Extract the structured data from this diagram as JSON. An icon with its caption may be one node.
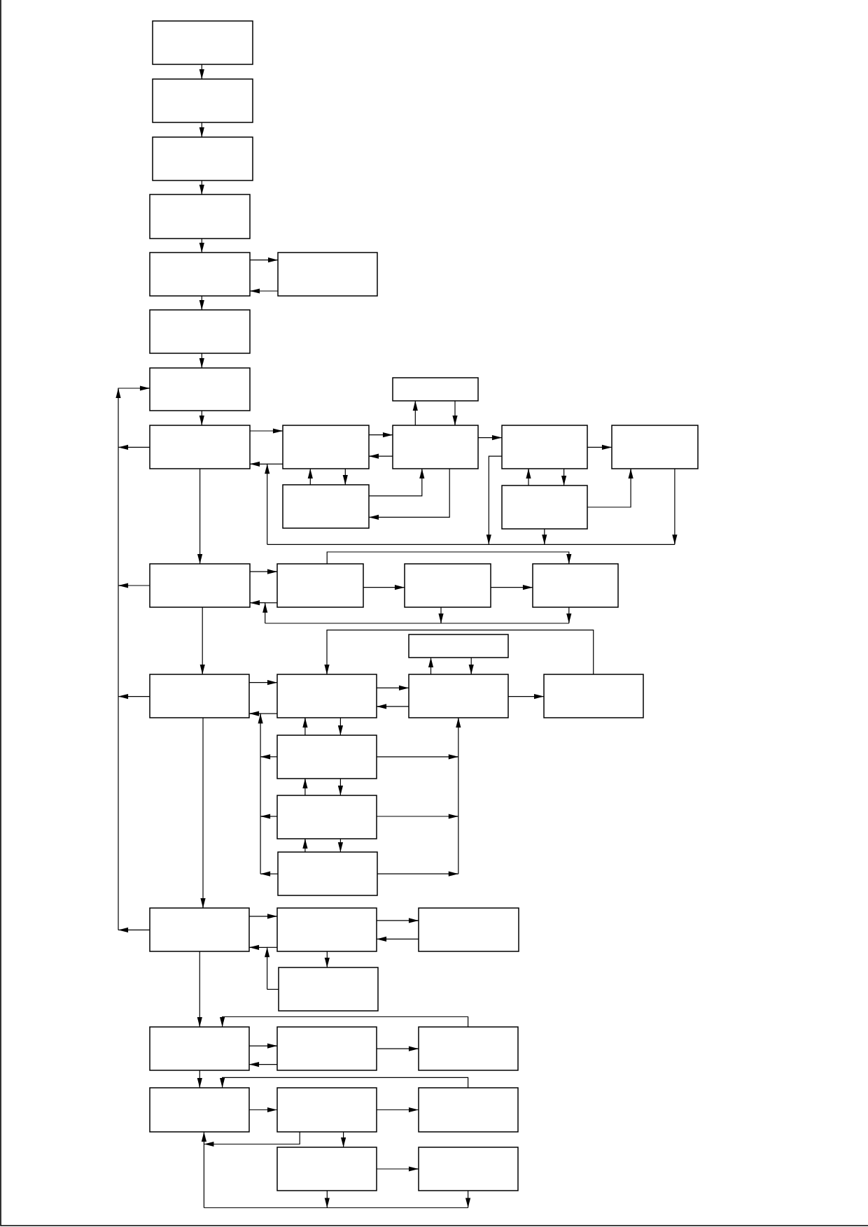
{
  "diagram": {
    "nodes": [
      {
        "text": [],
        "shape": "box"
      },
      {
        "text": [],
        "shape": "box"
      },
      {
        "text": [],
        "shape": "box"
      },
      {
        "text": [],
        "shape": "box"
      },
      {
        "text": [],
        "shape": "box"
      },
      {
        "text": [],
        "shape": "box"
      },
      {
        "text": [],
        "shape": "box"
      },
      {
        "text": [],
        "shape": "box"
      },
      {
        "text": [],
        "shape": "box"
      },
      {
        "text": [],
        "shape": "box"
      },
      {
        "text": [],
        "shape": "box"
      },
      {
        "text": [],
        "shape": "box"
      },
      {
        "text": [],
        "shape": "box"
      },
      {
        "text": [],
        "shape": "box"
      },
      {
        "text": [],
        "shape": "box"
      },
      {
        "text": [],
        "shape": "box"
      },
      {
        "text": [],
        "shape": "box"
      },
      {
        "text": [],
        "shape": "box"
      },
      {
        "text": [],
        "shape": "box"
      },
      {
        "text": [],
        "shape": "box"
      },
      {
        "text": [],
        "shape": "box"
      },
      {
        "text": [],
        "shape": "box"
      },
      {
        "text": [],
        "shape": "box"
      },
      {
        "text": [],
        "shape": "box"
      },
      {
        "text": [],
        "shape": "box"
      },
      {
        "text": [],
        "shape": "box"
      },
      {
        "text": [],
        "shape": "box"
      },
      {
        "text": [],
        "shape": "box"
      },
      {
        "text": [],
        "shape": "box"
      },
      {
        "text": [],
        "shape": "box"
      },
      {
        "text": [],
        "shape": "box"
      },
      {
        "text": [],
        "shape": "box"
      },
      {
        "text": [],
        "shape": "box"
      },
      {
        "text": [],
        "shape": "box"
      },
      {
        "text": [],
        "shape": "box"
      },
      {
        "text": [],
        "shape": "box"
      },
      {
        "text": [],
        "shape": "box"
      },
      {
        "text": [],
        "shape": "box"
      },
      {
        "text": [],
        "shape": "box"
      },
      {
        "text": [],
        "shape": "box"
      }
    ],
    "edges": [
      {
        "from": 0,
        "to": 1,
        "arrow": "to"
      },
      {
        "from": 1,
        "to": 2,
        "arrow": "to"
      },
      {
        "from": 2,
        "to": 3,
        "arrow": "to"
      },
      {
        "from": 3,
        "to": 4,
        "arrow": "to"
      },
      {
        "from": 4,
        "to": 5,
        "arrow": "to"
      },
      {
        "from": 5,
        "to": 4,
        "arrow": "to"
      },
      {
        "from": 4,
        "to": 6,
        "arrow": "to"
      },
      {
        "from": 6,
        "to": 7,
        "arrow": "to"
      },
      {
        "from": 7,
        "to": 9,
        "arrow": "to"
      },
      {
        "from": 9,
        "to": 7,
        "arrow": "to"
      },
      {
        "from": 16,
        "to": 7,
        "arrow": "to"
      },
      {
        "from": 21,
        "to": 7,
        "arrow": "to"
      },
      {
        "from": 28,
        "to": 7,
        "arrow": "to"
      },
      {
        "from": 9,
        "to": 10,
        "arrow": "to"
      },
      {
        "from": 10,
        "to": 9,
        "arrow": "to"
      },
      {
        "from": 10,
        "to": 11,
        "arrow": "to"
      },
      {
        "from": 11,
        "to": 10,
        "arrow": "to"
      },
      {
        "from": 11,
        "to": 8,
        "arrow": "to"
      },
      {
        "from": 8,
        "to": 11,
        "arrow": "to"
      },
      {
        "from": 10,
        "to": 14,
        "arrow": "to"
      },
      {
        "from": 14,
        "to": 10,
        "arrow": "to"
      },
      {
        "from": 14,
        "to": 11,
        "arrow": "to"
      },
      {
        "from": 11,
        "to": 14,
        "arrow": "to"
      },
      {
        "from": 11,
        "to": 12,
        "arrow": "to"
      },
      {
        "from": 12,
        "to": 13,
        "arrow": "to"
      },
      {
        "from": 12,
        "to": 15,
        "arrow": "to"
      },
      {
        "from": 15,
        "to": 12,
        "arrow": "to"
      },
      {
        "from": 15,
        "to": 13,
        "arrow": "to"
      },
      {
        "from": 12,
        "to": 9,
        "arrow": "to"
      },
      {
        "from": 15,
        "to": 9,
        "arrow": "to"
      },
      {
        "from": 13,
        "to": 9,
        "arrow": "to"
      },
      {
        "from": 9,
        "to": 16,
        "arrow": "to"
      },
      {
        "from": 16,
        "to": 17,
        "arrow": "to"
      },
      {
        "from": 17,
        "to": 16,
        "arrow": "to"
      },
      {
        "from": 17,
        "to": 18,
        "arrow": "to"
      },
      {
        "from": 18,
        "to": 19,
        "arrow": "to"
      },
      {
        "from": 17,
        "to": 19,
        "arrow": "to"
      },
      {
        "from": 18,
        "to": 16,
        "arrow": "to"
      },
      {
        "from": 19,
        "to": 16,
        "arrow": "to"
      },
      {
        "from": 16,
        "to": 21,
        "arrow": "to"
      },
      {
        "from": 21,
        "to": 22,
        "arrow": "to"
      },
      {
        "from": 22,
        "to": 21,
        "arrow": "to"
      },
      {
        "from": 22,
        "to": 23,
        "arrow": "to"
      },
      {
        "from": 23,
        "to": 22,
        "arrow": "to"
      },
      {
        "from": 23,
        "to": 20,
        "arrow": "to"
      },
      {
        "from": 20,
        "to": 23,
        "arrow": "to"
      },
      {
        "from": 23,
        "to": 24,
        "arrow": "to"
      },
      {
        "from": 24,
        "to": 22,
        "arrow": "to"
      },
      {
        "from": 22,
        "to": 25,
        "arrow": "to"
      },
      {
        "from": 25,
        "to": 22,
        "arrow": "to"
      },
      {
        "from": 25,
        "to": 26,
        "arrow": "to"
      },
      {
        "from": 26,
        "to": 25,
        "arrow": "to"
      },
      {
        "from": 26,
        "to": 27,
        "arrow": "to"
      },
      {
        "from": 27,
        "to": 26,
        "arrow": "to"
      },
      {
        "from": 25,
        "to": 21,
        "arrow": "to"
      },
      {
        "from": 26,
        "to": 21,
        "arrow": "to"
      },
      {
        "from": 27,
        "to": 21,
        "arrow": "to"
      },
      {
        "from": 25,
        "to": 23,
        "arrow": "to"
      },
      {
        "from": 26,
        "to": 23,
        "arrow": "to"
      },
      {
        "from": 27,
        "to": 23,
        "arrow": "to"
      },
      {
        "from": 21,
        "to": 28,
        "arrow": "to"
      },
      {
        "from": 28,
        "to": 29,
        "arrow": "to"
      },
      {
        "from": 29,
        "to": 28,
        "arrow": "to"
      },
      {
        "from": 29,
        "to": 30,
        "arrow": "to"
      },
      {
        "from": 30,
        "to": 29,
        "arrow": "to"
      },
      {
        "from": 29,
        "to": 31,
        "arrow": "to"
      },
      {
        "from": 31,
        "to": 28,
        "arrow": "to"
      },
      {
        "from": 28,
        "to": 32,
        "arrow": "to"
      },
      {
        "from": 32,
        "to": 33,
        "arrow": "to"
      },
      {
        "from": 33,
        "to": 32,
        "arrow": "to"
      },
      {
        "from": 33,
        "to": 34,
        "arrow": "to"
      },
      {
        "from": 34,
        "to": 32,
        "arrow": "to"
      },
      {
        "from": 32,
        "to": 35,
        "arrow": "to"
      },
      {
        "from": 35,
        "to": 36,
        "arrow": "to"
      },
      {
        "from": 36,
        "to": 37,
        "arrow": "to"
      },
      {
        "from": 37,
        "to": 35,
        "arrow": "to"
      },
      {
        "from": 36,
        "to": 38,
        "arrow": "to"
      },
      {
        "from": 38,
        "to": 39,
        "arrow": "to"
      },
      {
        "from": 36,
        "to": 35,
        "arrow": "to"
      },
      {
        "from": 38,
        "to": 35,
        "arrow": "to"
      },
      {
        "from": 39,
        "to": 35,
        "arrow": "to"
      }
    ]
  }
}
